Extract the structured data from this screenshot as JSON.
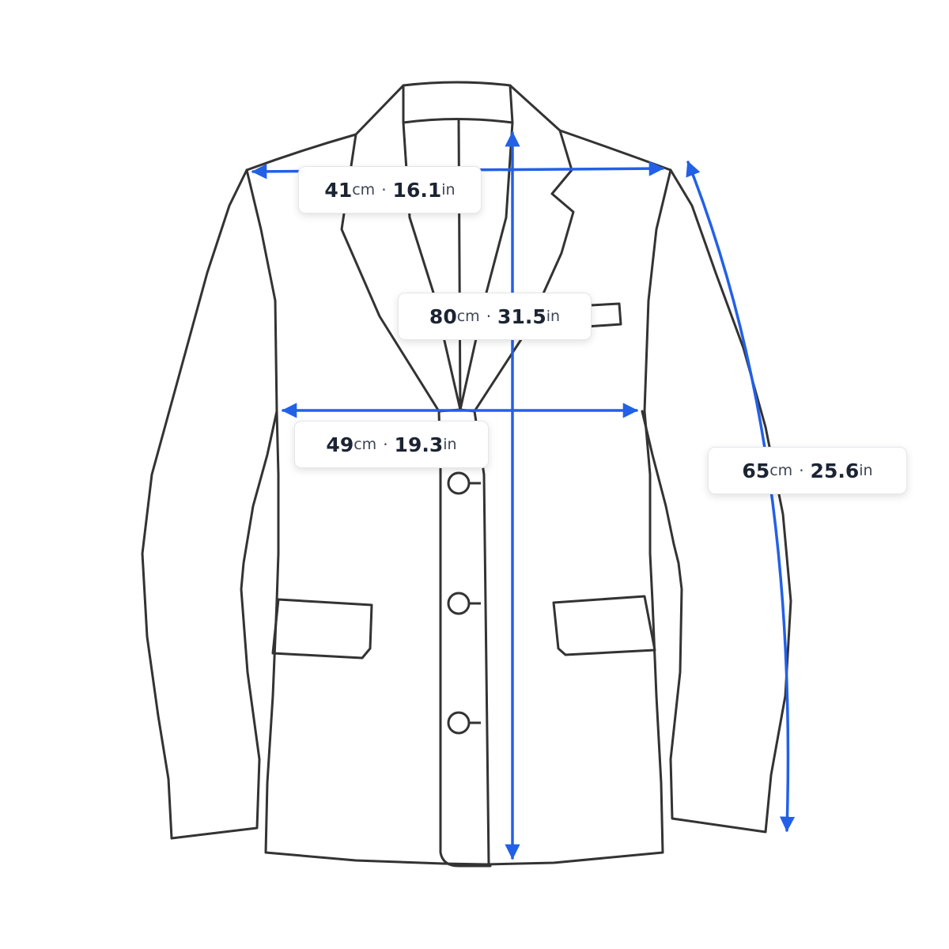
{
  "colors": {
    "outline": "#333333",
    "measure": "#2260e8"
  },
  "measurements": {
    "shoulder": {
      "cm": "41",
      "cm_unit": "cm",
      "separator": "·",
      "inch": "16.1",
      "inch_unit": "in"
    },
    "length": {
      "cm": "80",
      "cm_unit": "cm",
      "separator": "·",
      "inch": "31.5",
      "inch_unit": "in"
    },
    "chest": {
      "cm": "49",
      "cm_unit": "cm",
      "separator": "·",
      "inch": "19.3",
      "inch_unit": "in"
    },
    "sleeve": {
      "cm": "65",
      "cm_unit": "cm",
      "separator": "·",
      "inch": "25.6",
      "inch_unit": "in"
    }
  }
}
